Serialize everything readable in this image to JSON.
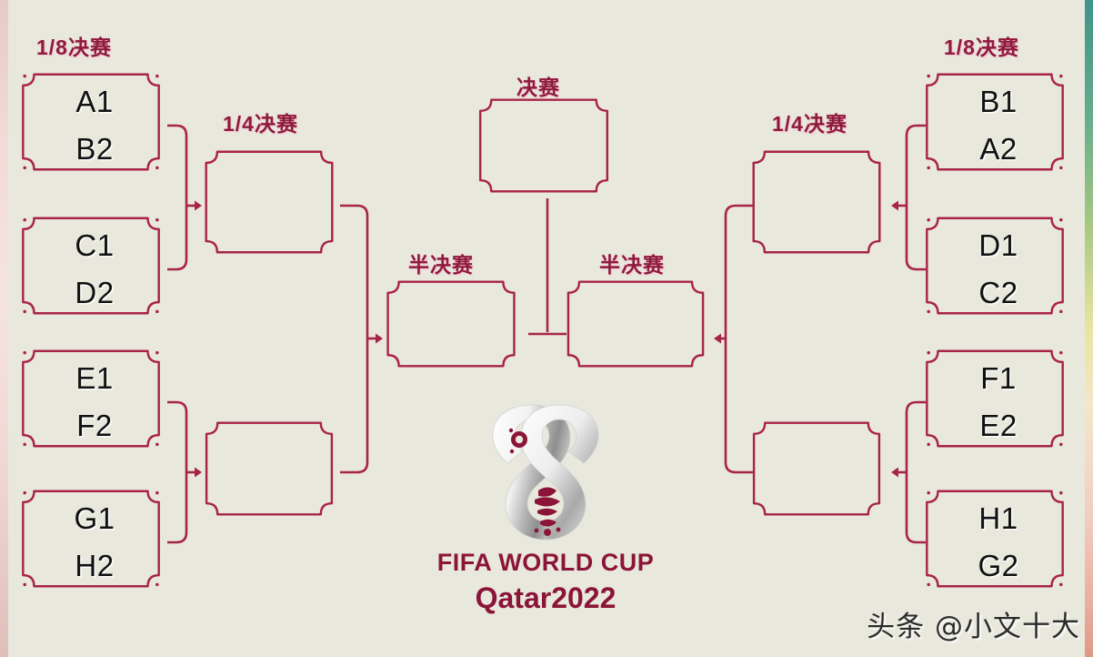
{
  "page": {
    "background_color": "#e9e8dd",
    "accent_color": "#8f1b3c",
    "box_border_color": "#a82447",
    "text_color": "#111111"
  },
  "labels": {
    "round16_left": "1/8决赛",
    "round16_right": "1/8决赛",
    "quarter_left": "1/4决赛",
    "quarter_right": "1/4决赛",
    "semi_left": "半决赛",
    "semi_right": "半决赛",
    "final": "决赛"
  },
  "bracket": {
    "left_round16": [
      {
        "top": "A1",
        "bottom": "B2"
      },
      {
        "top": "C1",
        "bottom": "D2"
      },
      {
        "top": "E1",
        "bottom": "F2"
      },
      {
        "top": "G1",
        "bottom": "H2"
      }
    ],
    "right_round16": [
      {
        "top": "B1",
        "bottom": "A2"
      },
      {
        "top": "D1",
        "bottom": "C2"
      },
      {
        "top": "F1",
        "bottom": "E2"
      },
      {
        "top": "H1",
        "bottom": "G2"
      }
    ],
    "left_quarter": [
      {
        "top": "",
        "bottom": ""
      },
      {
        "top": "",
        "bottom": ""
      }
    ],
    "right_quarter": [
      {
        "top": "",
        "bottom": ""
      },
      {
        "top": "",
        "bottom": ""
      }
    ],
    "left_semi": {
      "top": "",
      "bottom": ""
    },
    "right_semi": {
      "top": "",
      "bottom": ""
    },
    "final_match": {
      "top": "",
      "bottom": ""
    }
  },
  "logo": {
    "line1": "FIFA WORLD CUP",
    "line2": "Qatar2022",
    "emblem_name": "qatar-2022-emblem"
  },
  "watermark": {
    "text": "头条 @小文十大"
  }
}
